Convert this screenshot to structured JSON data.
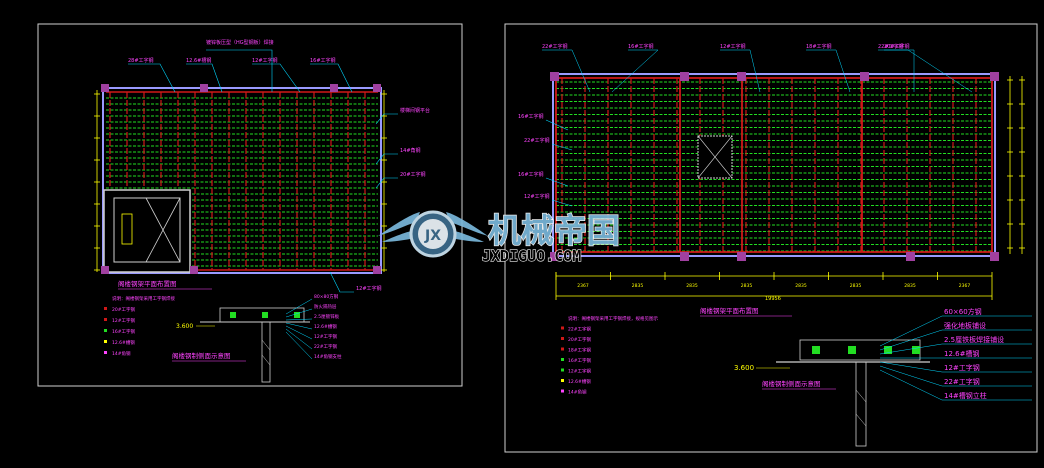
{
  "colors": {
    "background": "#000000",
    "frame": "#cfcfcf",
    "beam": "#d01818",
    "joist": "#22dd22",
    "label": "#ff44ff",
    "leader": "#00d8ff",
    "dim": "#ffff00",
    "column": "#a040a0",
    "wall": "#9a9aff",
    "watermark": "#7ab8dc"
  },
  "left_sheet": {
    "plan_title": "阁楼钢架平面布置图",
    "section_title": "阁楼钢制侧面示意图",
    "section_level": "3.600",
    "top_labels": [
      "28#工字钢",
      "12.6#槽钢",
      "镀锌板压型（HG型钢板）焊接",
      "12#工字钢",
      "16#工字钢"
    ],
    "side_labels": [
      "楼梯间钢平台",
      "14#角钢",
      "20#工字钢",
      "12#工字钢"
    ],
    "legend": [
      "说明：阁楼钢架采用工字钢焊接",
      "20#工字钢",
      "12#工字钢",
      "16#工字钢",
      "12.6#槽钢",
      "14#角钢"
    ],
    "section_labels": [
      "80×80方钢",
      "防火隔热层",
      "2.5厘镀锌板",
      "12.6#槽钢",
      "12#工字钢",
      "22#工字钢",
      "14#角钢支柱"
    ]
  },
  "right_sheet": {
    "plan_title": "阁楼钢架平面布置图",
    "section_title": "阁楼钢制侧面示意图",
    "section_level": "3.600",
    "total_dim": "19956",
    "span_dims": [
      "2367",
      "2835",
      "2835",
      "2835",
      "2835",
      "2835",
      "2835",
      "2367"
    ],
    "top_labels": [
      "22#工字钢",
      "16#工字钢",
      "12#工字钢",
      "18#工字钢",
      "20#工字钢",
      "22#工字钢"
    ],
    "side_labels": [
      "16#工字钢",
      "22#工字钢",
      "16#工字钢",
      "12#工字钢"
    ],
    "legend": [
      "说明：阁楼钢架采用工字钢焊接，规格见图示",
      "22#工字钢",
      "20#工字钢",
      "18#工字钢",
      "16#工字钢",
      "12#工字钢",
      "12.6#槽钢",
      "14#角钢"
    ],
    "section_labels": [
      "60×60方钢",
      "强化地板铺设",
      "2.5厘铁板焊接铺设",
      "12.6#槽钢",
      "12#工字钢",
      "22#工字钢",
      "14#槽钢立柱"
    ]
  },
  "watermark": {
    "logo_letter": "JX",
    "title": "机械帝国",
    "subtitle": "JXDIGUO.COM"
  }
}
